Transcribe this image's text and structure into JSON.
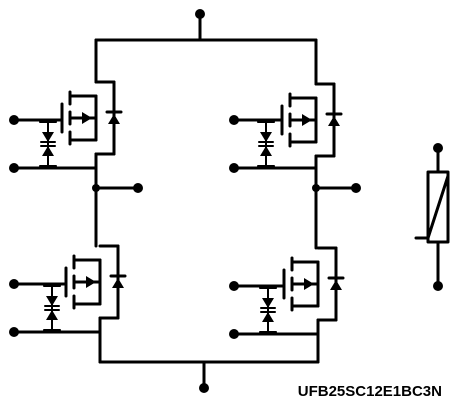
{
  "diagram": {
    "part_number": "UFB25SC12E1BC3N",
    "components": [
      "mosfet-top-left",
      "mosfet-bottom-left",
      "mosfet-top-right",
      "mosfet-bottom-right",
      "thermistor"
    ]
  }
}
